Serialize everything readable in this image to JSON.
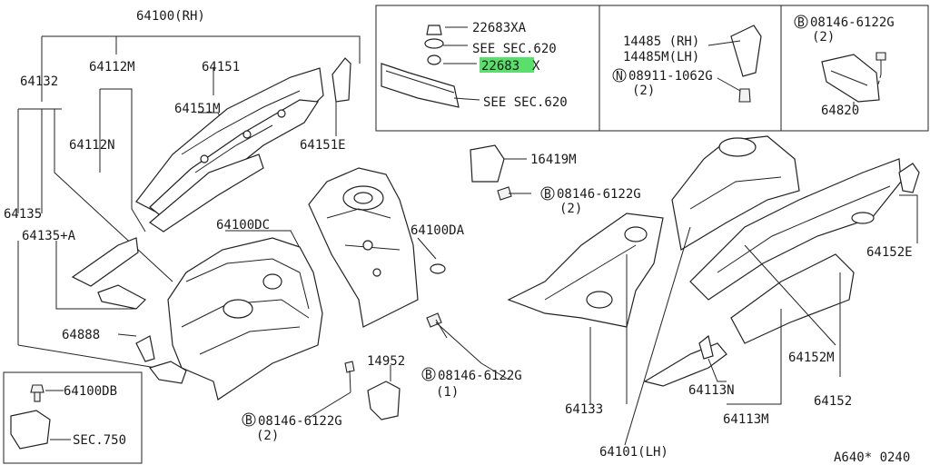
{
  "labels": {
    "p64100rh": "64100(RH)",
    "p64132": "64132",
    "p64112m": "64112M",
    "p64112n": "64112N",
    "p64151": "64151",
    "p64151m": "64151M",
    "p64151e": "64151E",
    "p64135": "64135",
    "p64135a": "64135+A",
    "p64100dc": "64100DC",
    "p64100da": "64100DA",
    "p64888": "64888",
    "p64100db": "64100DB",
    "sec750": "SEC.750",
    "p14952": "14952",
    "b08146_1": "08146-6122G",
    "b08146_1q": "(1)",
    "b08146_2": "08146-6122G",
    "b08146_2q": "(2)",
    "p22683xa": "22683XA",
    "seesec620a": "SEE SEC.620",
    "p22683x_hl": "22683",
    "p22683x_x": "X",
    "seesec620b": "SEE SEC.620",
    "p14485rh": "14485 (RH)",
    "p14485mlh": "14485M(LH)",
    "n08911": "08911-1062G",
    "n08911q": "(2)",
    "b08146_3": "08146-6122G",
    "b08146_3q": "(2)",
    "p64820": "64820",
    "p16419m": "16419M",
    "b08146_4": "08146-6122G",
    "b08146_4q": "(2)",
    "p64152e": "64152E",
    "p64152m": "64152M",
    "p64152": "64152",
    "p64133": "64133",
    "p64113n": "64113N",
    "p64113m": "64113M",
    "p64101lh": "64101(LH)",
    "diagram_id": "A640* 0240",
    "bolt_symbol": "B",
    "nut_symbol": "N"
  },
  "colors": {
    "highlight": "#59e06a",
    "line": "#222222"
  }
}
